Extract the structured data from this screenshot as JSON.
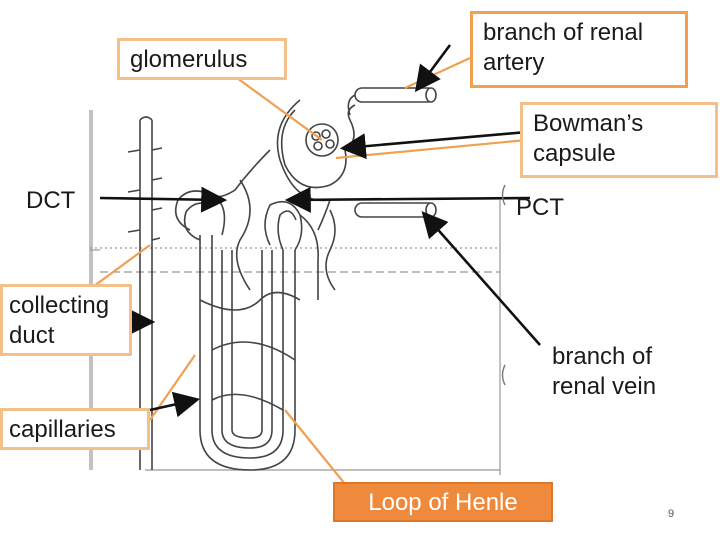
{
  "labels": {
    "glomerulus": "glomerulus",
    "branch_renal_artery": "branch of renal artery",
    "bowmans_capsule": "Bowman’s capsule",
    "dct": "DCT",
    "pct": "PCT",
    "collecting_duct": "collecting duct",
    "branch_renal_vein": "branch of renal vein",
    "capillaries": "capillaries",
    "loop_of_henle": "Loop of Henle"
  },
  "page_number": "9",
  "colors": {
    "orange_accent": "#f0a050",
    "orange_fill": "#ef8a3c",
    "arrow_black": "#111111",
    "drawing_gray": "#555555"
  }
}
